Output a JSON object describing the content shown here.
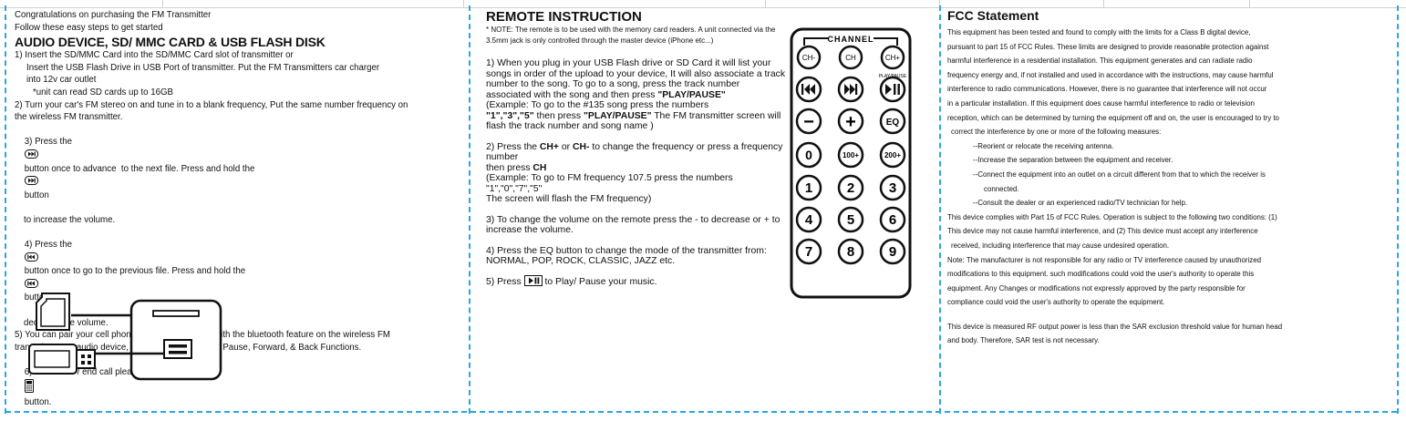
{
  "left": {
    "intro": [
      "Congratulations on purchasing the FM Transmitter",
      "Follow these easy steps to get started"
    ],
    "heading": "AUDIO DEVICE, SD/ MMC CARD & USB FLASH DISK",
    "step1": [
      "1) Insert the SD/MMC Card into the SD/MMC Card slot of transmitter or",
      "Insert the USB Flash Drive in USB Port of transmitter. Put the FM Transmitters car charger",
      "into 12v car outlet",
      "*unit can read SD cards up to 16GB"
    ],
    "step2": [
      "2) Turn your car's FM stereo on and tune in to a blank frequency, Put the same number frequency on",
      "the wireless FM transmitter."
    ],
    "step3": {
      "a": "3) Press the",
      "b": "button once to advance  to the next file. Press and hold the",
      "c": "button",
      "d": "to increase the volume."
    },
    "step4": {
      "a": "4) Press the",
      "b": "button once to go to the previous file. Press and hold the",
      "c": "button to",
      "d": "decrease the volume."
    },
    "step5": [
      "5) You can pair your cell phone to answer/ end call with the bluetooth feature on the wireless FM",
      "transmitter. For audio device, use your device's Play, Pause, Forward, & Back Functions."
    ],
    "step6": {
      "a": "6) To answer / end call please press the",
      "b": "button."
    }
  },
  "remote_instruction": {
    "title": "REMOTE INSTRUCTION",
    "note": "* NOTE: The remote is to be used with the memory card readers. A unit connected via the 3.5mm jack is only controlled through the master device (iPhone etc...)",
    "p1_text": "1) When you plug in your USB Flash drive or SD Card it will list your songs in order of the upload to your device, It will also associate a track number to the song. To go to a song, press the track number associated with the song and then press ",
    "p1_bold": "\"PLAY/PAUSE\"",
    "p1_ex_a": "(Example: To go to the #135 song press the numbers ",
    "p1_ex_b": "\"1\",\"3\",\"5\"",
    "p1_ex_c": " then press ",
    "p1_ex_d": "\"PLAY/PAUSE\"",
    "p1_ex_e": " The FM transmitter screen will flash the track number and song name )",
    "p2_a": "2) Press the ",
    "p2_b": "CH+",
    "p2_c": " or ",
    "p2_d": "CH-",
    "p2_e": " to change the frequency or press a frequency number",
    "p2_f": "then press ",
    "p2_g": "CH",
    "p2_h": "(Example: To go to FM frequency 107.5 press the numbers \"1\",\"0\",\"7\",\"5\"",
    "p2_i": "The screen will flash the FM frequency)",
    "p3": "3) To change the volume on the remote press the - to decrease or + to increase the volume.",
    "p4": "4) Press the EQ button to change the mode of the transmitter from: NORMAL, POP, ROCK, CLASSIC, JAZZ etc.",
    "p5_a": "5) Press ",
    "p5_b": "to Play/ Pause your music."
  },
  "remote": {
    "channel_label": "CHANNEL",
    "row1": [
      "CH-",
      "CH",
      "CH+"
    ],
    "play_pause_caption": "PLAY/PAUSE",
    "row2_icons": [
      "prev-icon",
      "next-icon",
      "play-pause-icon"
    ],
    "row3": [
      "−",
      "+",
      "EQ"
    ],
    "row4": [
      "0",
      "100+",
      "200+"
    ],
    "row5": [
      "1",
      "2",
      "3"
    ],
    "row6": [
      "4",
      "5",
      "6"
    ],
    "row7": [
      "7",
      "8",
      "9"
    ]
  },
  "fcc": {
    "title": "FCC Statement",
    "lines": [
      "This equipment has been tested and found to comply with the limits for a Class B digital device,",
      "pursuant to part 15 of FCC Rules. These limits are designed to provide reasonable protection against",
      "harmful interference in a residential installation. This equipment generates and can radiate radio",
      "frequency energy and, if not installed and used in accordance with the instructions, may cause harmful",
      "interference to radio communications. However, there is no guarantee that interference will not occur",
      "in a particular installation. If this equipment does cause harmful interference to radio or television",
      "reception, which can be determined by turning the equipment off and on, the user is encouraged to try to",
      "correct the interference by one or more of the following measures:"
    ],
    "measures": [
      "--Reorient or relocate the receiving antenna.",
      "--Increase the separation between the equipment and receiver.",
      "--Connect the equipment into an outlet on a circuit different from that to which the receiver is",
      "connected.",
      "--Consult the dealer or an experienced radio/TV technician for help."
    ],
    "lines2": [
      "This device complies with Part 15 of FCC Rules. Operation is subject to the following two conditions: (1)",
      "This device may not cause harmful interference, and (2) This device must accept any interference",
      "received, including interference that may cause undesired operation.",
      "Note: The manufacturer is not responsible for any radio or TV interference caused by unauthorized",
      "modifications to this equipment. such modifications could void the user's authority to operate this",
      "equipment.  Any Changes or modifications not expressly approved by the party responsible  for",
      "compliance could void the user's authority to operate the equipment."
    ],
    "lines3": [
      "This device is measured RF output power is less than the SAR exclusion threshold value for human head",
      "and body. Therefore, SAR test is not necessary."
    ]
  },
  "colors": {
    "dash": "#2aa7df",
    "ink": "#111111"
  }
}
